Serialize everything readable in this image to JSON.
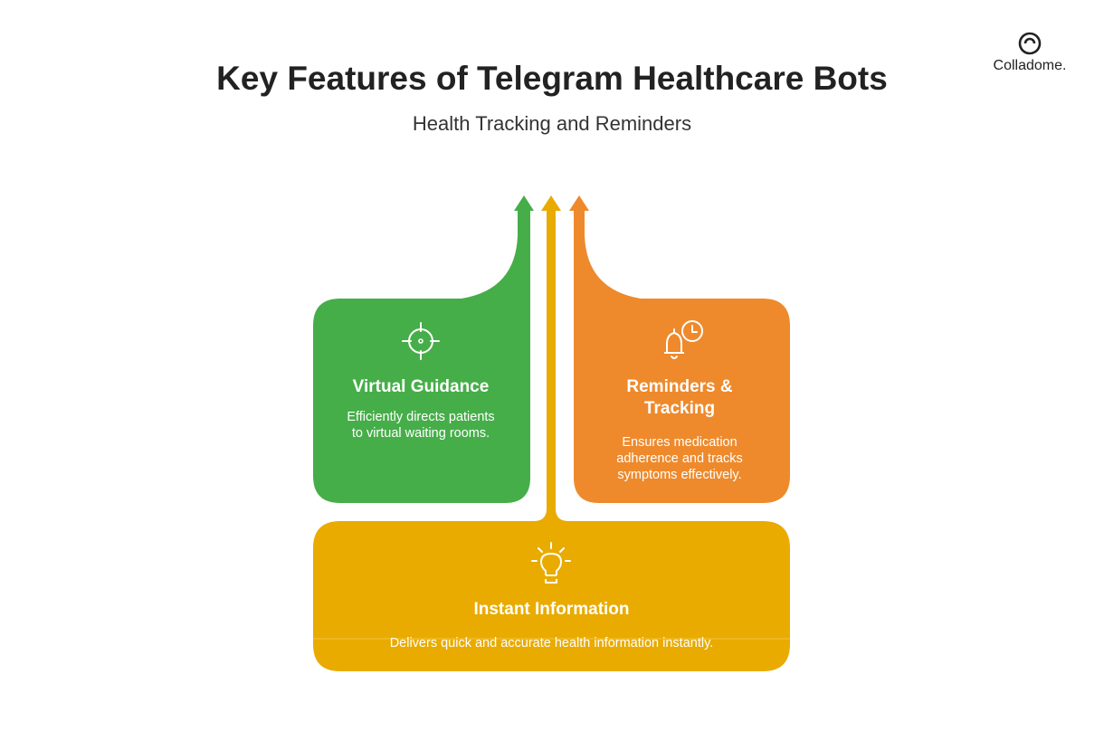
{
  "header": {
    "title": "Key Features of Telegram Healthcare Bots",
    "subtitle": "Health Tracking and Reminders"
  },
  "brand": {
    "name": "Colladome."
  },
  "colors": {
    "green": "#46AE49",
    "yellow": "#E9AB00",
    "orange": "#EE8A2C",
    "white": "#FFFFFF"
  },
  "features": {
    "virtual_guidance": {
      "title": "Virtual Guidance",
      "description_line1": "Efficiently directs patients",
      "description_line2": "to virtual waiting rooms.",
      "icon": "crosshair-icon"
    },
    "reminders_tracking": {
      "title_line1": "Reminders &",
      "title_line2": "Tracking",
      "description_line1": "Ensures medication",
      "description_line2": "adherence and tracks",
      "description_line3": "symptoms effectively.",
      "icon": "bell-clock-icon"
    },
    "instant_information": {
      "title": "Instant Information",
      "description": "Delivers quick and accurate health information instantly.",
      "icon": "lightbulb-icon"
    }
  }
}
